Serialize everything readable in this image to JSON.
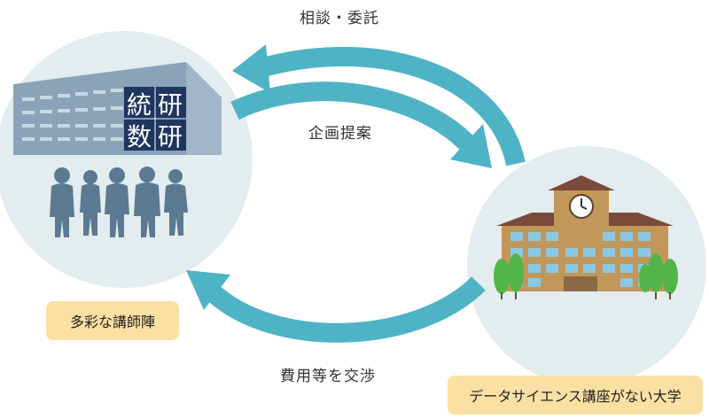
{
  "flow_labels": {
    "consult": "相談・委託",
    "proposal": "企画提案",
    "negotiate": "費用等を交渉"
  },
  "institute": {
    "logo_chars": [
      "統",
      "研",
      "数",
      "研"
    ],
    "tag": "多彩な講師陣"
  },
  "university": {
    "tag": "データサイエンス講座がない大学"
  },
  "colors": {
    "arrow": "#4fb3c6",
    "circle": "#e3ecee",
    "building_left": "#8aa3b8",
    "silhouette": "#5b7a92",
    "tag_bg": "#fbe0a3",
    "university_brick": "#c2975a",
    "university_window": "#8cc8e3",
    "tree": "#52b54a"
  }
}
